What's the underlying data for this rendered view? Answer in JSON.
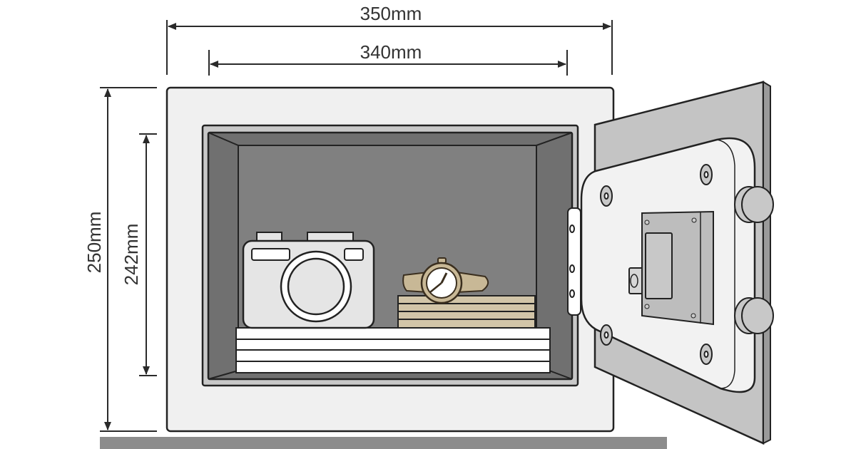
{
  "dimensions": {
    "outer_width": "350mm",
    "inner_width": "340mm",
    "outer_height": "250mm",
    "inner_height": "242mm"
  },
  "colors": {
    "body": "#f0f0f0",
    "frame": "#c8c8c8",
    "cavity": "#707070",
    "back_wall": "#808080",
    "door": "#c4c4c4",
    "beige": "#d2c5a8",
    "floor": "#8c8c8c"
  }
}
